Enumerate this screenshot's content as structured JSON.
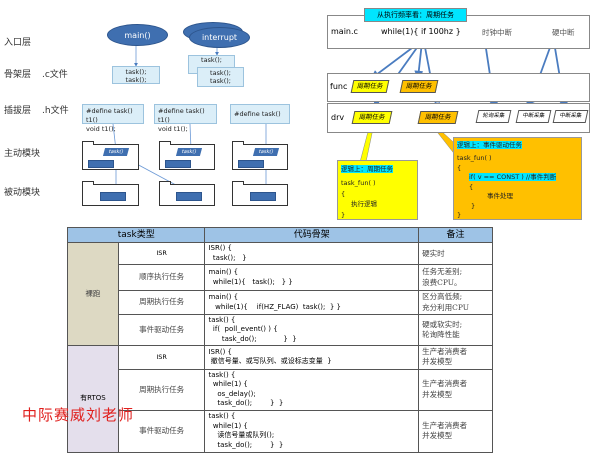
{
  "left_diagram": {
    "layers": [
      "入口层",
      "骨架层",
      "插拔层",
      "主动模块",
      "被动模块"
    ],
    "file_labels": [
      ".c文件",
      ".h文件"
    ],
    "entry": [
      "main()",
      "interrupt"
    ],
    "skeleton_notes": [
      [
        "task();",
        "task();"
      ],
      [
        "task();",
        "task();",
        "task();"
      ]
    ],
    "plugin_notes": [
      [
        "#define task()  t1()",
        "void t1();"
      ],
      [
        "#define task()  t1()",
        "void t1();"
      ],
      [
        "#define task()"
      ]
    ],
    "module_task_label": "task()"
  },
  "right_diagram": {
    "tag_top": "从执行频率看：周期任务",
    "main_label": "main.c",
    "main_code": "while(1){  if 100hz  }",
    "clock_int": "时钟中断",
    "hw_int": "硬中断",
    "func_label": "func",
    "drv_label": "drv",
    "periodic": "周期任务",
    "poll": "轮询采集",
    "int_collect": "中断采集",
    "yellow_callout": {
      "title": "逻辑上：周期任务",
      "lines": [
        "task_fun( )",
        "{",
        "执行逻辑",
        "}"
      ]
    },
    "orange_callout": {
      "title": "逻辑上：事件驱动任务",
      "lines": [
        "task_fun( )",
        "{",
        "if( v == CONST ) //事件判断",
        "{",
        "事件处理",
        "}",
        "}"
      ]
    },
    "colors": {
      "yellow": "#ffff00",
      "orange": "#ffc000",
      "cyan": "#00e5ff",
      "blue": "#3f6fb0"
    }
  },
  "table": {
    "headers": [
      "task类型",
      "代码骨架",
      "备注"
    ],
    "groups": [
      {
        "name": "裸跑",
        "rows": [
          {
            "type": "ISR",
            "code": "ISR() {\n  task();   }",
            "note": "硬实时"
          },
          {
            "type": "顺序执行任务",
            "code": "main() {\n  while(1){   task();   } }",
            "note": "任务无差别;\n浪费CPU。"
          },
          {
            "type": "周期执行任务",
            "code": "main() {\n   while(1){    if(HZ_FLAG)  task();  } }",
            "note": "区分高低频;\n充分利用CPU"
          },
          {
            "type": "事件驱动任务",
            "code": "task() {\n  if(  poll_event() ) {\n      task_do();            }  }",
            "note": "硬或软实时;\n轮询降性能"
          }
        ]
      },
      {
        "name": "有RTOS",
        "rows": [
          {
            "type": "ISR",
            "code": "ISR() {\n 撤信号量、或写队列、或设标志变量  }",
            "note": "生产者消费者\n并发模型"
          },
          {
            "type": "周期执行任务",
            "code": "task() {\n  while(1) {\n    os_delay();\n    task_do();        }  }",
            "note": "生产者消费者\n并发模型"
          },
          {
            "type": "事件驱动任务",
            "code": "task() {\n  while(1) {\n    读信号量或队列();\n    task_do();        }  }",
            "note": "生产者消费者\n并发模型"
          }
        ]
      }
    ]
  },
  "watermark": "中际赛威刘老师"
}
